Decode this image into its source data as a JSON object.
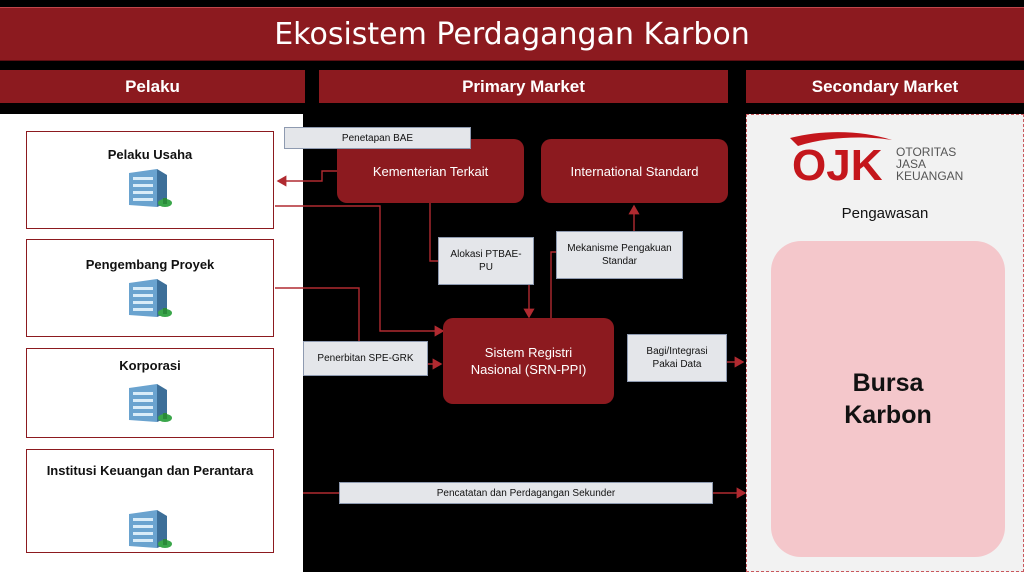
{
  "title": "Ekosistem Perdagangan Karbon",
  "columns": {
    "pelaku": "Pelaku",
    "primary": "Primary Market",
    "secondary": "Secondary Market"
  },
  "actors": [
    {
      "label": "Pelaku Usaha",
      "icon": "building-icon"
    },
    {
      "label": "Pengembang Proyek",
      "icon": "building-icon"
    },
    {
      "label": "Korporasi",
      "icon": "building-icon"
    },
    {
      "label": "Institusi Keuangan dan Perantara",
      "icon": "building-icon"
    }
  ],
  "nodes": {
    "kementerian": "Kementerian Terkait",
    "international": "International Standard",
    "srn_line1": "Sistem Registri",
    "srn_line2": "Nasional (SRN-PPI)"
  },
  "labels": {
    "penetapan": "Penetapan BAE",
    "alokasi_line1": "Alokasi PTBAE-",
    "alokasi_line2": "PU",
    "mekanisme_line1": "Mekanisme Pengakuan",
    "mekanisme_line2": "Standar",
    "penerbitan": "Penerbitan SPE-GRK",
    "bagi_line1": "Bagi/Integrasi",
    "bagi_line2": "Pakai Data",
    "pencatatan": "Pencatatan dan Perdagangan Sekunder"
  },
  "ojk": {
    "logo_text": "OJK",
    "line1": "OTORITAS",
    "line2": "JASA",
    "line3": "KEUANGAN"
  },
  "secondary": {
    "pengawasan": "Pengawasan",
    "bursa_line1": "Bursa",
    "bursa_line2": "Karbon"
  },
  "colors": {
    "brand_red": "#8c1a1f",
    "bursa_pink": "#f4c7cb",
    "label_gray": "#e4e6ea"
  }
}
